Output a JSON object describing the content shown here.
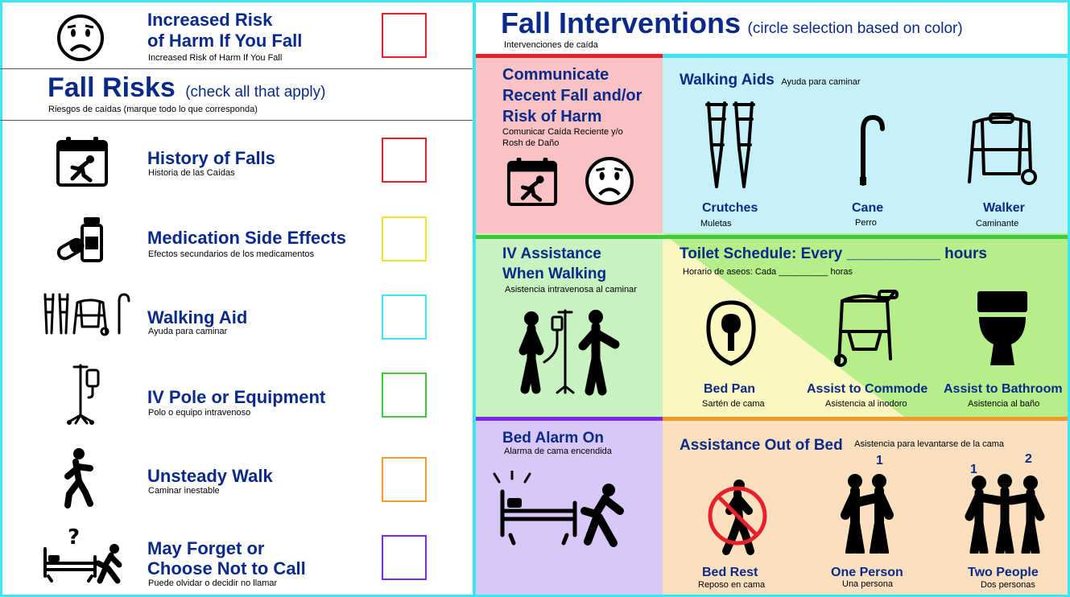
{
  "left": {
    "top_risk": {
      "line1": "Increased Risk",
      "line2": "of Harm If You Fall",
      "sub": "Increased Risk of Harm If You Fall",
      "box_color": "#e8202a"
    },
    "header": {
      "title": "Fall Risks",
      "note": "(check all that apply)",
      "sub": "Riesgos de caídas  (marque todo lo que corresponda)"
    },
    "items": [
      {
        "line1": "History of Falls",
        "line2": "",
        "sub": "Historia de las Caídas",
        "box_color": "#e8202a"
      },
      {
        "line1": "Medication Side Effects",
        "line2": "",
        "sub": "Efectos secundarios de los medicamentos",
        "box_color": "#f5e12a"
      },
      {
        "line1": "Walking Aid",
        "line2": "",
        "sub": "Ayuda para caminar",
        "box_color": "#3ee6f5"
      },
      {
        "line1": "IV Pole or Equipment",
        "line2": "",
        "sub": "Polo o equipo intravenoso",
        "box_color": "#3ec83e"
      },
      {
        "line1": "Unsteady Walk",
        "line2": "",
        "sub": "Caminar inestable",
        "box_color": "#f59a2a"
      },
      {
        "line1": "May Forget or",
        "line2": "Choose Not to Call",
        "sub": "Puede olvidar o decidir no llamar",
        "box_color": "#7a2ae8"
      }
    ]
  },
  "right": {
    "header": {
      "title": "Fall Interventions",
      "note": "(circle selection based on color)",
      "sub": "Intervenciones de caída"
    },
    "communicate": {
      "line1": "Communicate",
      "line2": "Recent Fall and/or",
      "line3": "Risk of Harm",
      "sub1": "Comunicar Caída Reciente y/o",
      "sub2": "Rosh de Daño",
      "bg": "#f9c2c4",
      "bar": "#e8202a"
    },
    "walking_aids": {
      "title": "Walking Aids",
      "sub": "Ayuda para caminar",
      "bg": "#c6f1f8",
      "bar": "#3ee6f5",
      "items": [
        {
          "label": "Crutches",
          "sub": "Muletas"
        },
        {
          "label": "Cane",
          "sub": "Perro"
        },
        {
          "label": "Walker",
          "sub": "Caminante"
        }
      ]
    },
    "iv": {
      "line1": "IV Assistance",
      "line2": "When Walking",
      "sub": "Asistencia intravenosa al caminar",
      "bg": "#c8f2c0",
      "bar": "#3ec83e"
    },
    "toilet": {
      "title": "Toilet Schedule: Every ___________ hours",
      "sub": "Horario de aseos: Cada __________ horas",
      "bg_green": "#b6ef8a",
      "bg_yellow": "#fbf7c0",
      "items": [
        {
          "label": "Bed Pan",
          "sub": "Sartén de cama"
        },
        {
          "label": "Assist to Commode",
          "sub": "Asistencia al inodoro"
        },
        {
          "label": "Assist to Bathroom",
          "sub": "Asistencia al baño"
        }
      ]
    },
    "bed_alarm": {
      "title": "Bed Alarm On",
      "sub": "Alarma de cama encendida",
      "bg": "#d8c8f8",
      "bar": "#7a2ae8"
    },
    "out_of_bed": {
      "title": "Assistance Out of Bed",
      "sub": "Asistencia para levantarse de la cama",
      "bg": "#fbe0c0",
      "bar": "#f59a2a",
      "num1": "1",
      "num2": "1",
      "num3": "2",
      "items": [
        {
          "label": "Bed Rest",
          "sub": "Reposo en cama"
        },
        {
          "label": "One Person",
          "sub": "Una persona"
        },
        {
          "label": "Two People",
          "sub": "Dos personas"
        }
      ]
    }
  }
}
